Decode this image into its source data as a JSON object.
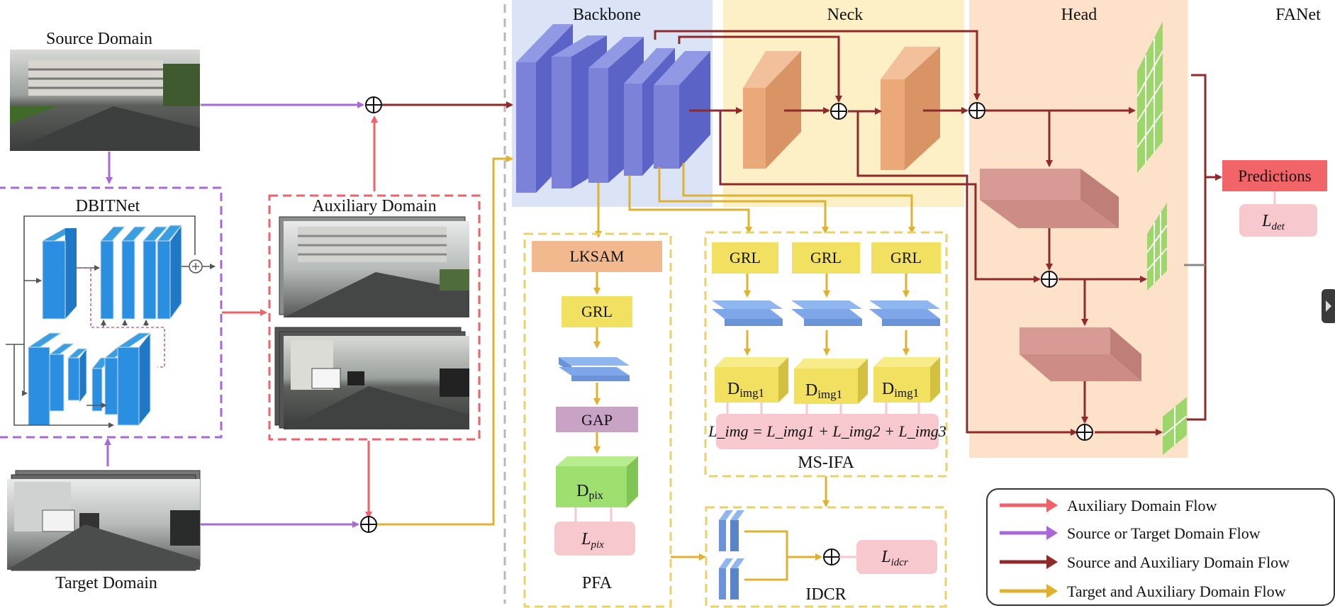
{
  "title": "FANet",
  "labels": {
    "source_domain": "Source Domain",
    "target_domain": "Target Domain",
    "auxiliary_domain": "Auxiliary Domain",
    "dbitnet": "DBITNet",
    "backbone": "Backbone",
    "neck": "Neck",
    "head": "Head",
    "predictions": "Predictions",
    "l_det": "L",
    "l_det_sub": "det",
    "lksam": "LKSAM",
    "grl": "GRL",
    "gap": "GAP",
    "d_pix": "D",
    "d_pix_sub": "pix",
    "l_pix": "L",
    "l_pix_sub": "pix",
    "pfa": "PFA",
    "d_img": "D",
    "d_img_sub": "img1",
    "l_img_formula": "L_img = L_img1 + L_img2 + L_img3",
    "msifa": "MS-IFA",
    "l_idcr": "L",
    "l_idcr_sub": "idcr",
    "idcr": "IDCR"
  },
  "legend": [
    {
      "label": "Auxiliary Domain Flow",
      "color": "#f0626a"
    },
    {
      "label": "Source or Target Domain Flow",
      "color": "#a868d8"
    },
    {
      "label": "Source and Auxiliary Domain Flow",
      "color": "#8e2a2a"
    },
    {
      "label": "Target and Auxiliary Domain Flow",
      "color": "#e0b030"
    }
  ],
  "colors": {
    "backbone_bg": "#dbe3f7",
    "neck_bg": "#fdefc6",
    "head_bg": "#fde1c8",
    "block_blue": "#7b82d8",
    "neck_block": "#eba878",
    "head_block": "#d89a94",
    "grl_yellow": "#f2e160",
    "lksam": "#f2b98e",
    "gap": "#c8a3c6",
    "dpix": "#9ee070",
    "loss_pink": "#f7c9cf",
    "predictions": "#f36468",
    "grid_green": "#9dd66a"
  }
}
